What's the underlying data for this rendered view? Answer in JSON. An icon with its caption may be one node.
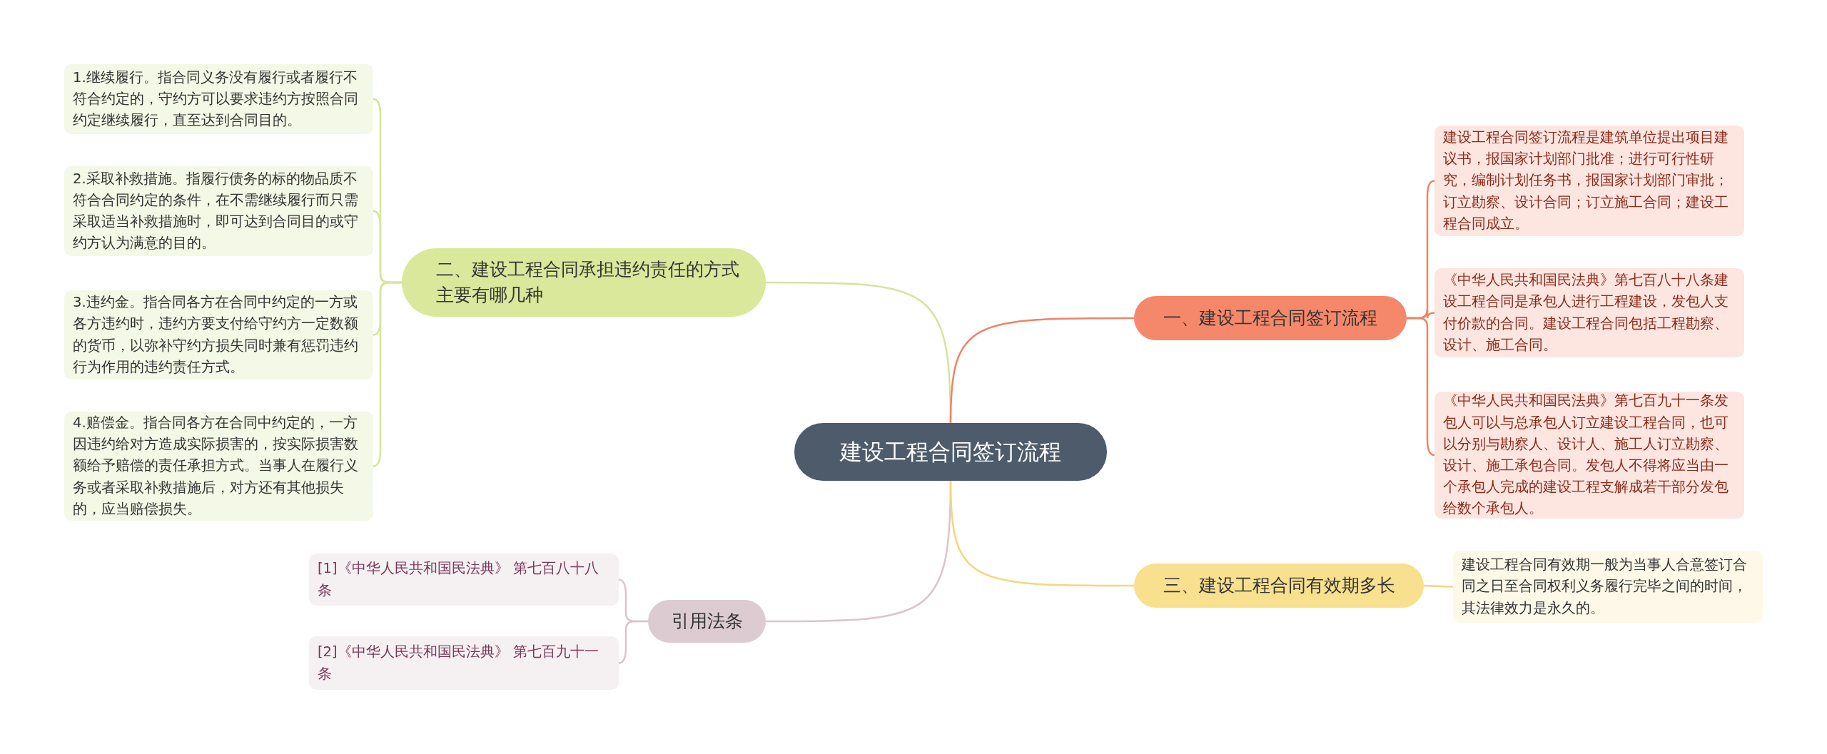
{
  "diagram": {
    "nodes": [
      {
        "text": [
          "建设工程合同签订流程"
        ]
      },
      {
        "text": [
          "二、建设工程合同承担违约责任的方式主要有哪几种"
        ]
      },
      {
        "text": [
          "1.继续履行。指合同义务没有履行或者履行不符合约定的，守约方可以要求违约方按照合同约定继续履行，直至达到合同目的。"
        ]
      },
      {
        "text": [
          "2.采取补救措施。指履行债务的标的物品质不符合合同约定的条件，在不需继续履行而只需采取适当补救措施时，即可达到合同目的或守约方认为满意的目的。"
        ]
      },
      {
        "text": [
          "3.违约金。指合同各方在合同中约定的一方或各方违约时，违约方要支付给守约方一定数额的货币，以弥补守约方损失同时兼有惩罚违约行为作用的违约责任方式。"
        ]
      },
      {
        "text": [
          "4.赔偿金。指合同各方在合同中约定的，一方因违约给对方造成实际损害的，按实际损害数额给予赔偿的责任承担方式。当事人在履行义务或者采取补救措施后，对方还有其他损失的，应当赔偿损失。"
        ]
      },
      {
        "text": [
          "引用法条"
        ]
      },
      {
        "text": [
          "[1]《中华人民共和国民法典》 第七百八十八条"
        ]
      },
      {
        "text": [
          "[2]《中华人民共和国民法典》 第七百九十一条"
        ]
      },
      {
        "text": [
          "一、建设工程合同签订流程"
        ]
      },
      {
        "text": [
          "建设工程合同签订流程是建筑单位提出项目建议书，报国家计划部门批准；进行可行性研究，编制计划任务书，报国家计划部门审批；订立勘察、设计合同；订立施工合同；建设工程合同成立。"
        ]
      },
      {
        "text": [
          "《中华人民共和国民法典》第七百八十八条建设工程合同是承包人进行工程建设，发包人支付价款的合同。建设工程合同包括工程勘察、设计、施工合同。"
        ]
      },
      {
        "text": [
          "《中华人民共和国民法典》第七百九十一条发包人可以与总承包人订立建设工程合同，也可以分别与勘察人、设计人、施工人订立勘察、设计、施工承包合同。发包人不得将应当由一个承包人完成的建设工程支解成若干部分发包给数个承包人。"
        ]
      },
      {
        "text": [
          "三、建设工程合同有效期多长"
        ]
      },
      {
        "text": [
          "建设工程合同有效期一般为当事人合意签订合同之日至合同权利义务履行完毕之间的时间，其法律效力是永久的。"
        ]
      }
    ],
    "edges": [
      {
        "from": 0,
        "to": 1,
        "arrow": "none",
        "color": "#d6e49a"
      },
      {
        "from": 1,
        "to": 2,
        "arrow": "none",
        "color": "#d6e49a"
      },
      {
        "from": 1,
        "to": 3,
        "arrow": "none",
        "color": "#d6e49a"
      },
      {
        "from": 1,
        "to": 4,
        "arrow": "none",
        "color": "#d6e49a"
      },
      {
        "from": 1,
        "to": 5,
        "arrow": "none",
        "color": "#d6e49a"
      },
      {
        "from": 0,
        "to": 6,
        "arrow": "none",
        "color": "#d9c5cd"
      },
      {
        "from": 6,
        "to": 7,
        "arrow": "none",
        "color": "#d9c5cd"
      },
      {
        "from": 6,
        "to": 8,
        "arrow": "none",
        "color": "#d9c5cd"
      },
      {
        "from": 0,
        "to": 9,
        "arrow": "none",
        "color": "#ee8466"
      },
      {
        "from": 9,
        "to": 10,
        "arrow": "none",
        "color": "#ee8466"
      },
      {
        "from": 9,
        "to": 11,
        "arrow": "none",
        "color": "#ee8466"
      },
      {
        "from": 9,
        "to": 12,
        "arrow": "none",
        "color": "#ee8466"
      },
      {
        "from": 0,
        "to": 13,
        "arrow": "none",
        "color": "#f3d77a"
      },
      {
        "from": 13,
        "to": 14,
        "arrow": "none",
        "color": "#f3d77a"
      }
    ]
  }
}
